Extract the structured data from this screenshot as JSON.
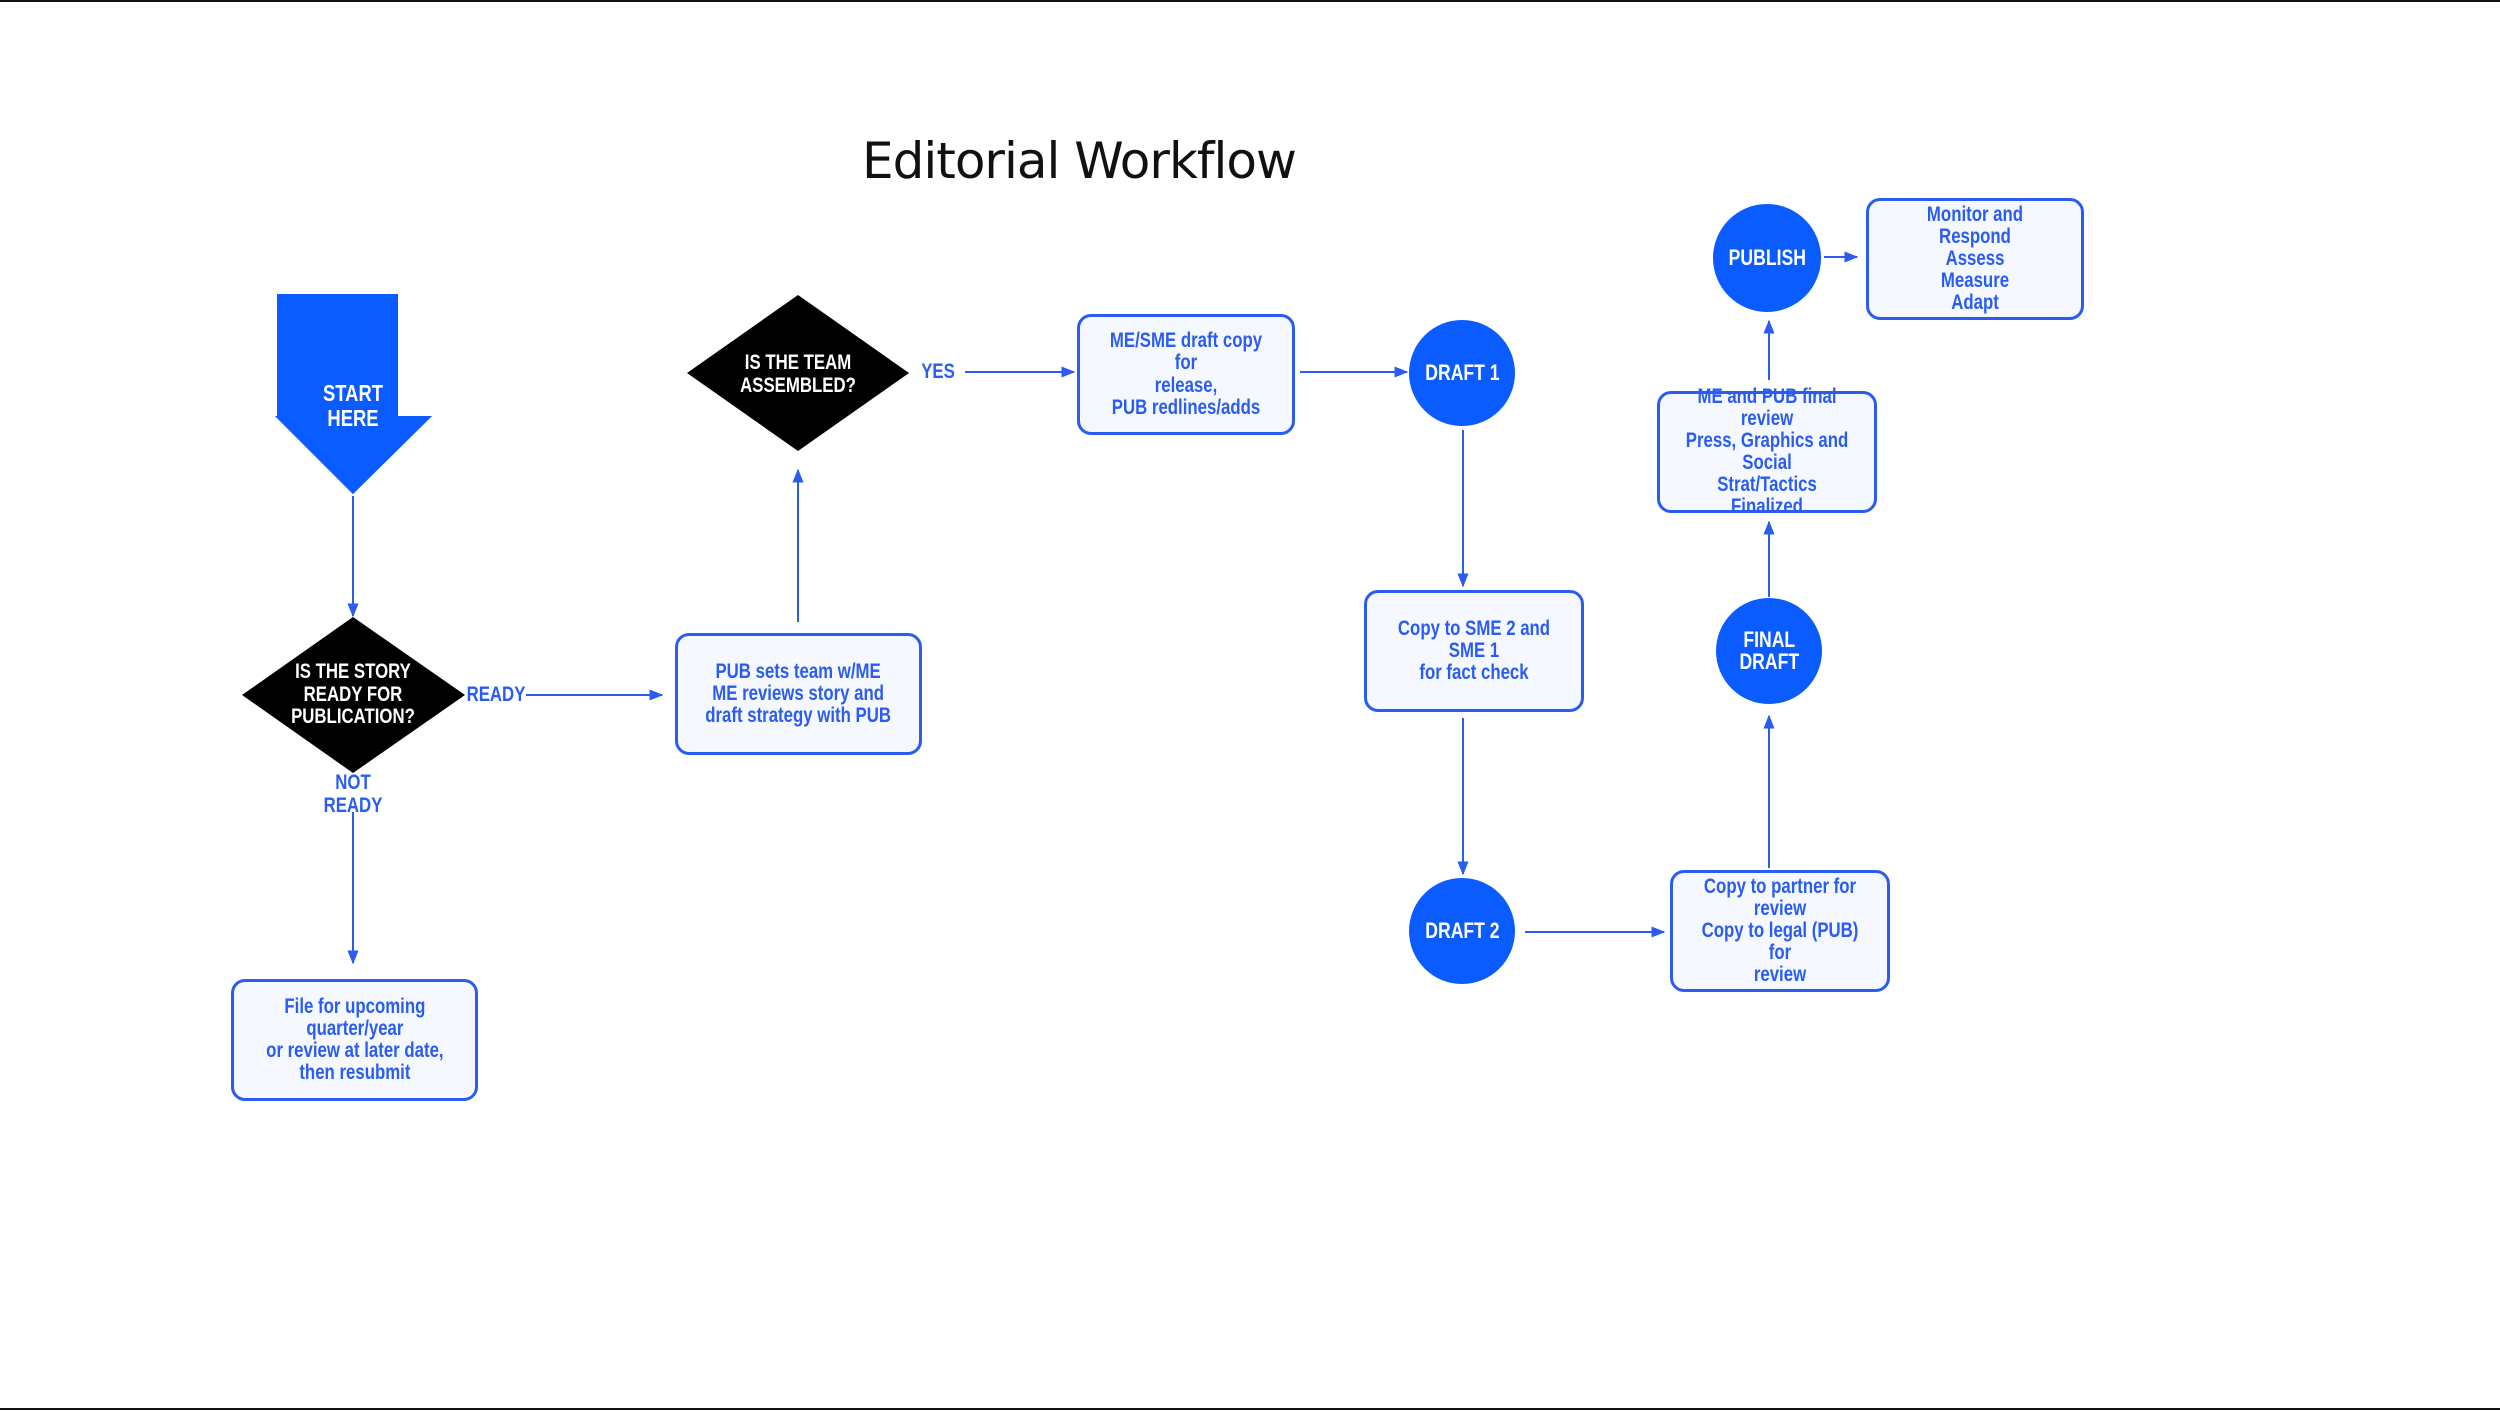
{
  "title": "Editorial Workflow",
  "colors": {
    "accent": "#0b5cff",
    "line": "#2a5cf0",
    "diamond": "#000000",
    "box_fill": "#f5f9ff"
  },
  "start": {
    "label": "START\nHERE"
  },
  "decisions": {
    "story_ready": "IS THE STORY\nREADY FOR\nPUBLICATION?",
    "team_assembled": "IS THE TEAM\nASSEMBLED?"
  },
  "edge_labels": {
    "ready": "READY",
    "not_ready": "NOT READY",
    "yes": "YES"
  },
  "boxes": {
    "file_upcoming": "File for upcoming\nquarter/year\nor review at later date,\nthen resubmit",
    "pub_sets_team": "PUB sets team w/ME\nME reviews story and\ndraft strategy with PUB",
    "me_sme_draft": "ME/SME draft copy for\nrelease,\nPUB redlines/adds",
    "copy_sme": "Copy to SME 2 and SME 1\nfor fact check",
    "copy_partner": "Copy to partner for review\nCopy to legal (PUB) for\nreview",
    "final_review": "ME and PUB final review\nPress, Graphics and Social\nStrat/Tactics Finalized",
    "monitor": "Monitor and Respond\nAssess\nMeasure\nAdapt"
  },
  "circles": {
    "draft1": "DRAFT 1",
    "draft2": "DRAFT 2",
    "final_draft": "FINAL\nDRAFT",
    "publish": "PUBLISH"
  }
}
